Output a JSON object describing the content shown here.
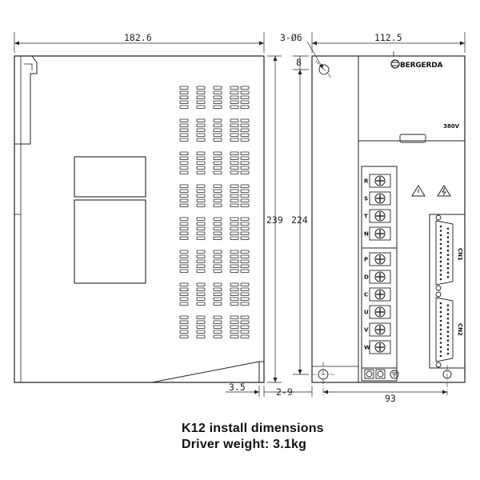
{
  "dimensions": {
    "side_width": "182.6",
    "front_width": "112.5",
    "mount_holes": "3-Ø6",
    "hole_offset": "8",
    "total_height": "239",
    "mount_pitch": "224",
    "bottom_tab": "3.5",
    "gap": "2-9",
    "mount_width": "93"
  },
  "front_panel": {
    "brand": "BERGERDA",
    "model": "380V",
    "terminals": [
      "R",
      "S",
      "T",
      "N",
      "P",
      "D",
      "C",
      "U",
      "V",
      "W"
    ],
    "connectors": [
      "CN1",
      "CN2"
    ]
  },
  "caption": {
    "title": "K12  install dimensions",
    "weight": "Driver weight: 3.1kg"
  }
}
